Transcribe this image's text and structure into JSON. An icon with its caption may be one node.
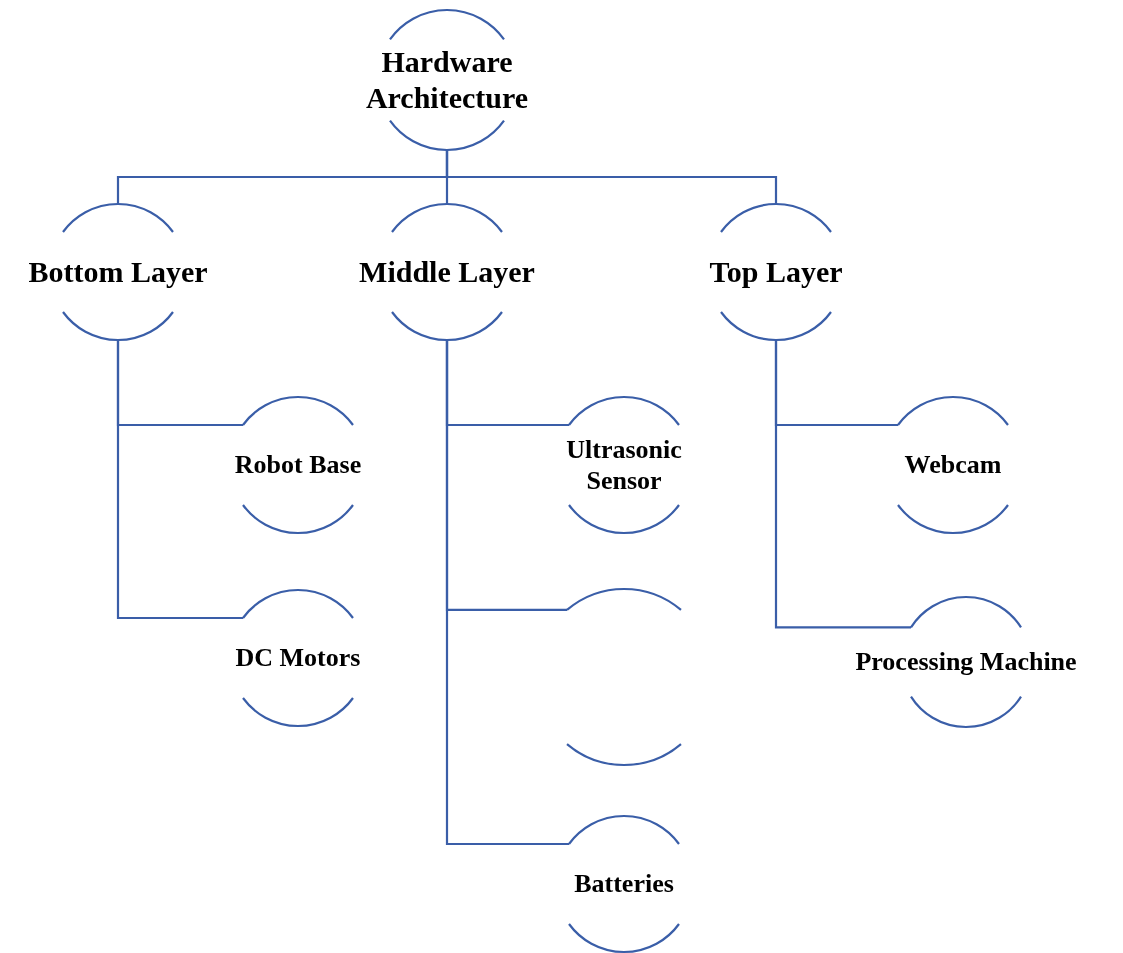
{
  "diagram": {
    "nodes": [
      {
        "text": [
          "Hardware Architecture"
        ]
      },
      {
        "text": [
          "Bottom Layer"
        ]
      },
      {
        "text": [
          "Middle Layer"
        ]
      },
      {
        "text": [
          "Top Layer"
        ]
      },
      {
        "text": [
          "Robot Base"
        ]
      },
      {
        "text": [
          "DC Motors"
        ]
      },
      {
        "text": [
          "Ultrasonic Sensor"
        ]
      },
      {
        "text": [],
        "shape": "circle"
      },
      {
        "text": [
          "Batteries"
        ]
      },
      {
        "text": [
          "Webcam"
        ]
      },
      {
        "text": [
          "Processing Machine"
        ]
      }
    ],
    "edges": [
      {
        "from": 0,
        "to": 1,
        "arrow": "none"
      },
      {
        "from": 0,
        "to": 2,
        "arrow": "none"
      },
      {
        "from": 0,
        "to": 3,
        "arrow": "none"
      },
      {
        "from": 1,
        "to": 4,
        "arrow": "none"
      },
      {
        "from": 1,
        "to": 5,
        "arrow": "none"
      },
      {
        "from": 2,
        "to": 6,
        "arrow": "none"
      },
      {
        "from": 2,
        "to": 7,
        "arrow": "none"
      },
      {
        "from": 2,
        "to": 8,
        "arrow": "none"
      },
      {
        "from": 3,
        "to": 9,
        "arrow": "none"
      },
      {
        "from": 3,
        "to": 10,
        "arrow": "none"
      }
    ]
  }
}
